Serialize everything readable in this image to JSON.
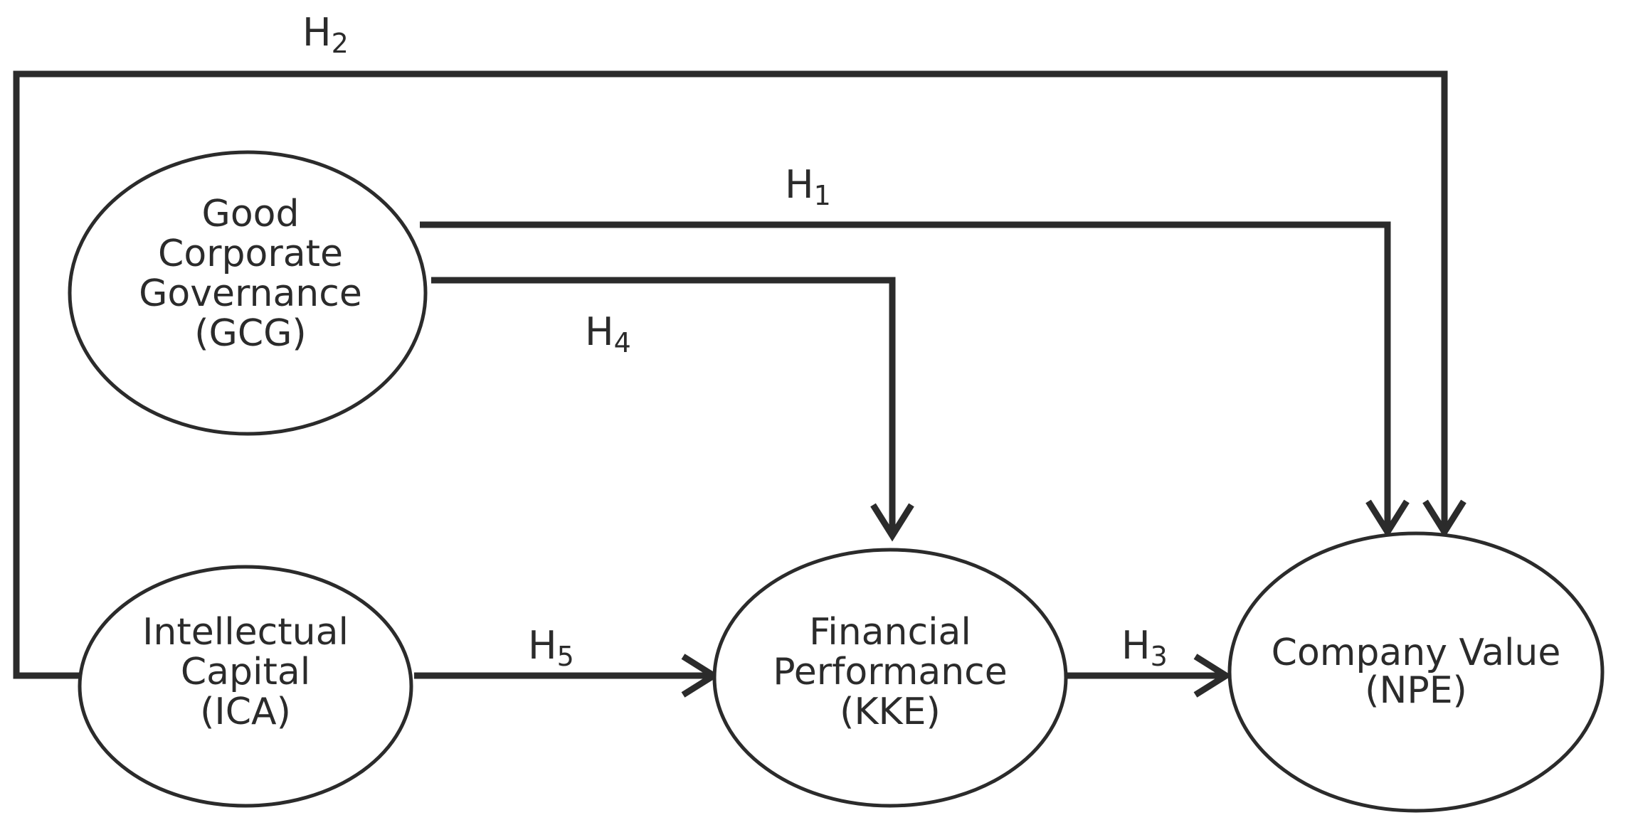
{
  "nodes": {
    "gcg": {
      "lines": [
        "Good",
        "Corporate",
        "Governance",
        "(GCG)"
      ]
    },
    "ica": {
      "lines": [
        "Intellectual",
        "Capital",
        "(ICA)"
      ]
    },
    "kke": {
      "lines": [
        "Financial",
        "Performance",
        "(KKE)"
      ]
    },
    "npe": {
      "lines": [
        "Company Value",
        "(NPE)"
      ]
    }
  },
  "hypotheses": {
    "h1": {
      "letter": "H",
      "num": "1"
    },
    "h2": {
      "letter": "H",
      "num": "2"
    },
    "h3": {
      "letter": "H",
      "num": "3"
    },
    "h4": {
      "letter": "H",
      "num": "4"
    },
    "h5": {
      "letter": "H",
      "num": "5"
    }
  },
  "colors": {
    "stroke": "#2b2b2b",
    "background": "#ffffff"
  }
}
